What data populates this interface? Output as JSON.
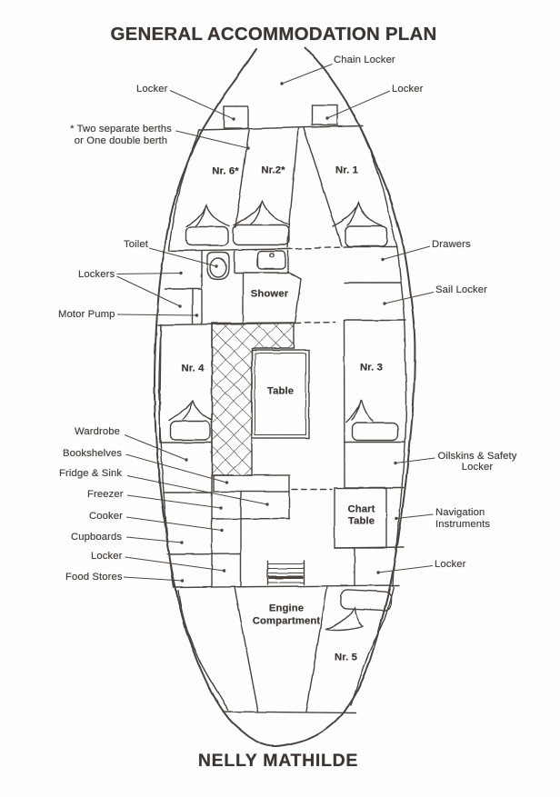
{
  "title": "GENERAL ACCOMMODATION PLAN",
  "boat_name": "NELLY MATHILDE",
  "ink_color": "#413b37",
  "left_labels": {
    "locker_bow": "Locker",
    "berth_note_line1": "* Two separate berths",
    "berth_note_line2": "or One double berth",
    "toilet": "Toilet",
    "lockers": "Lockers",
    "motor_pump": "Motor Pump",
    "wardrobe": "Wardrobe",
    "bookshelves": "Bookshelves",
    "fridge_sink": "Fridge & Sink",
    "freezer": "Freezer",
    "cooker": "Cooker",
    "cupboards": "Cupboards",
    "locker_galley": "Locker",
    "food_stores": "Food Stores"
  },
  "right_labels": {
    "chain_locker": "Chain Locker",
    "locker_bow": "Locker",
    "drawers": "Drawers",
    "sail_locker": "Sail Locker",
    "oilskins_line1": "Oilskins & Safety",
    "oilskins_line2": "Locker",
    "navigation_line1": "Navigation",
    "navigation_line2": "Instruments",
    "locker_aft": "Locker"
  },
  "compartments": {
    "berth_6": "Nr. 6*",
    "berth_2": "Nr.2*",
    "berth_1": "Nr. 1",
    "shower": "Shower",
    "berth_4": "Nr. 4",
    "table": "Table",
    "berth_3": "Nr. 3",
    "chart_table_line1": "Chart",
    "chart_table_line2": "Table",
    "engine_line1": "Engine",
    "engine_line2": "Compartment",
    "berth_5": "Nr. 5"
  }
}
